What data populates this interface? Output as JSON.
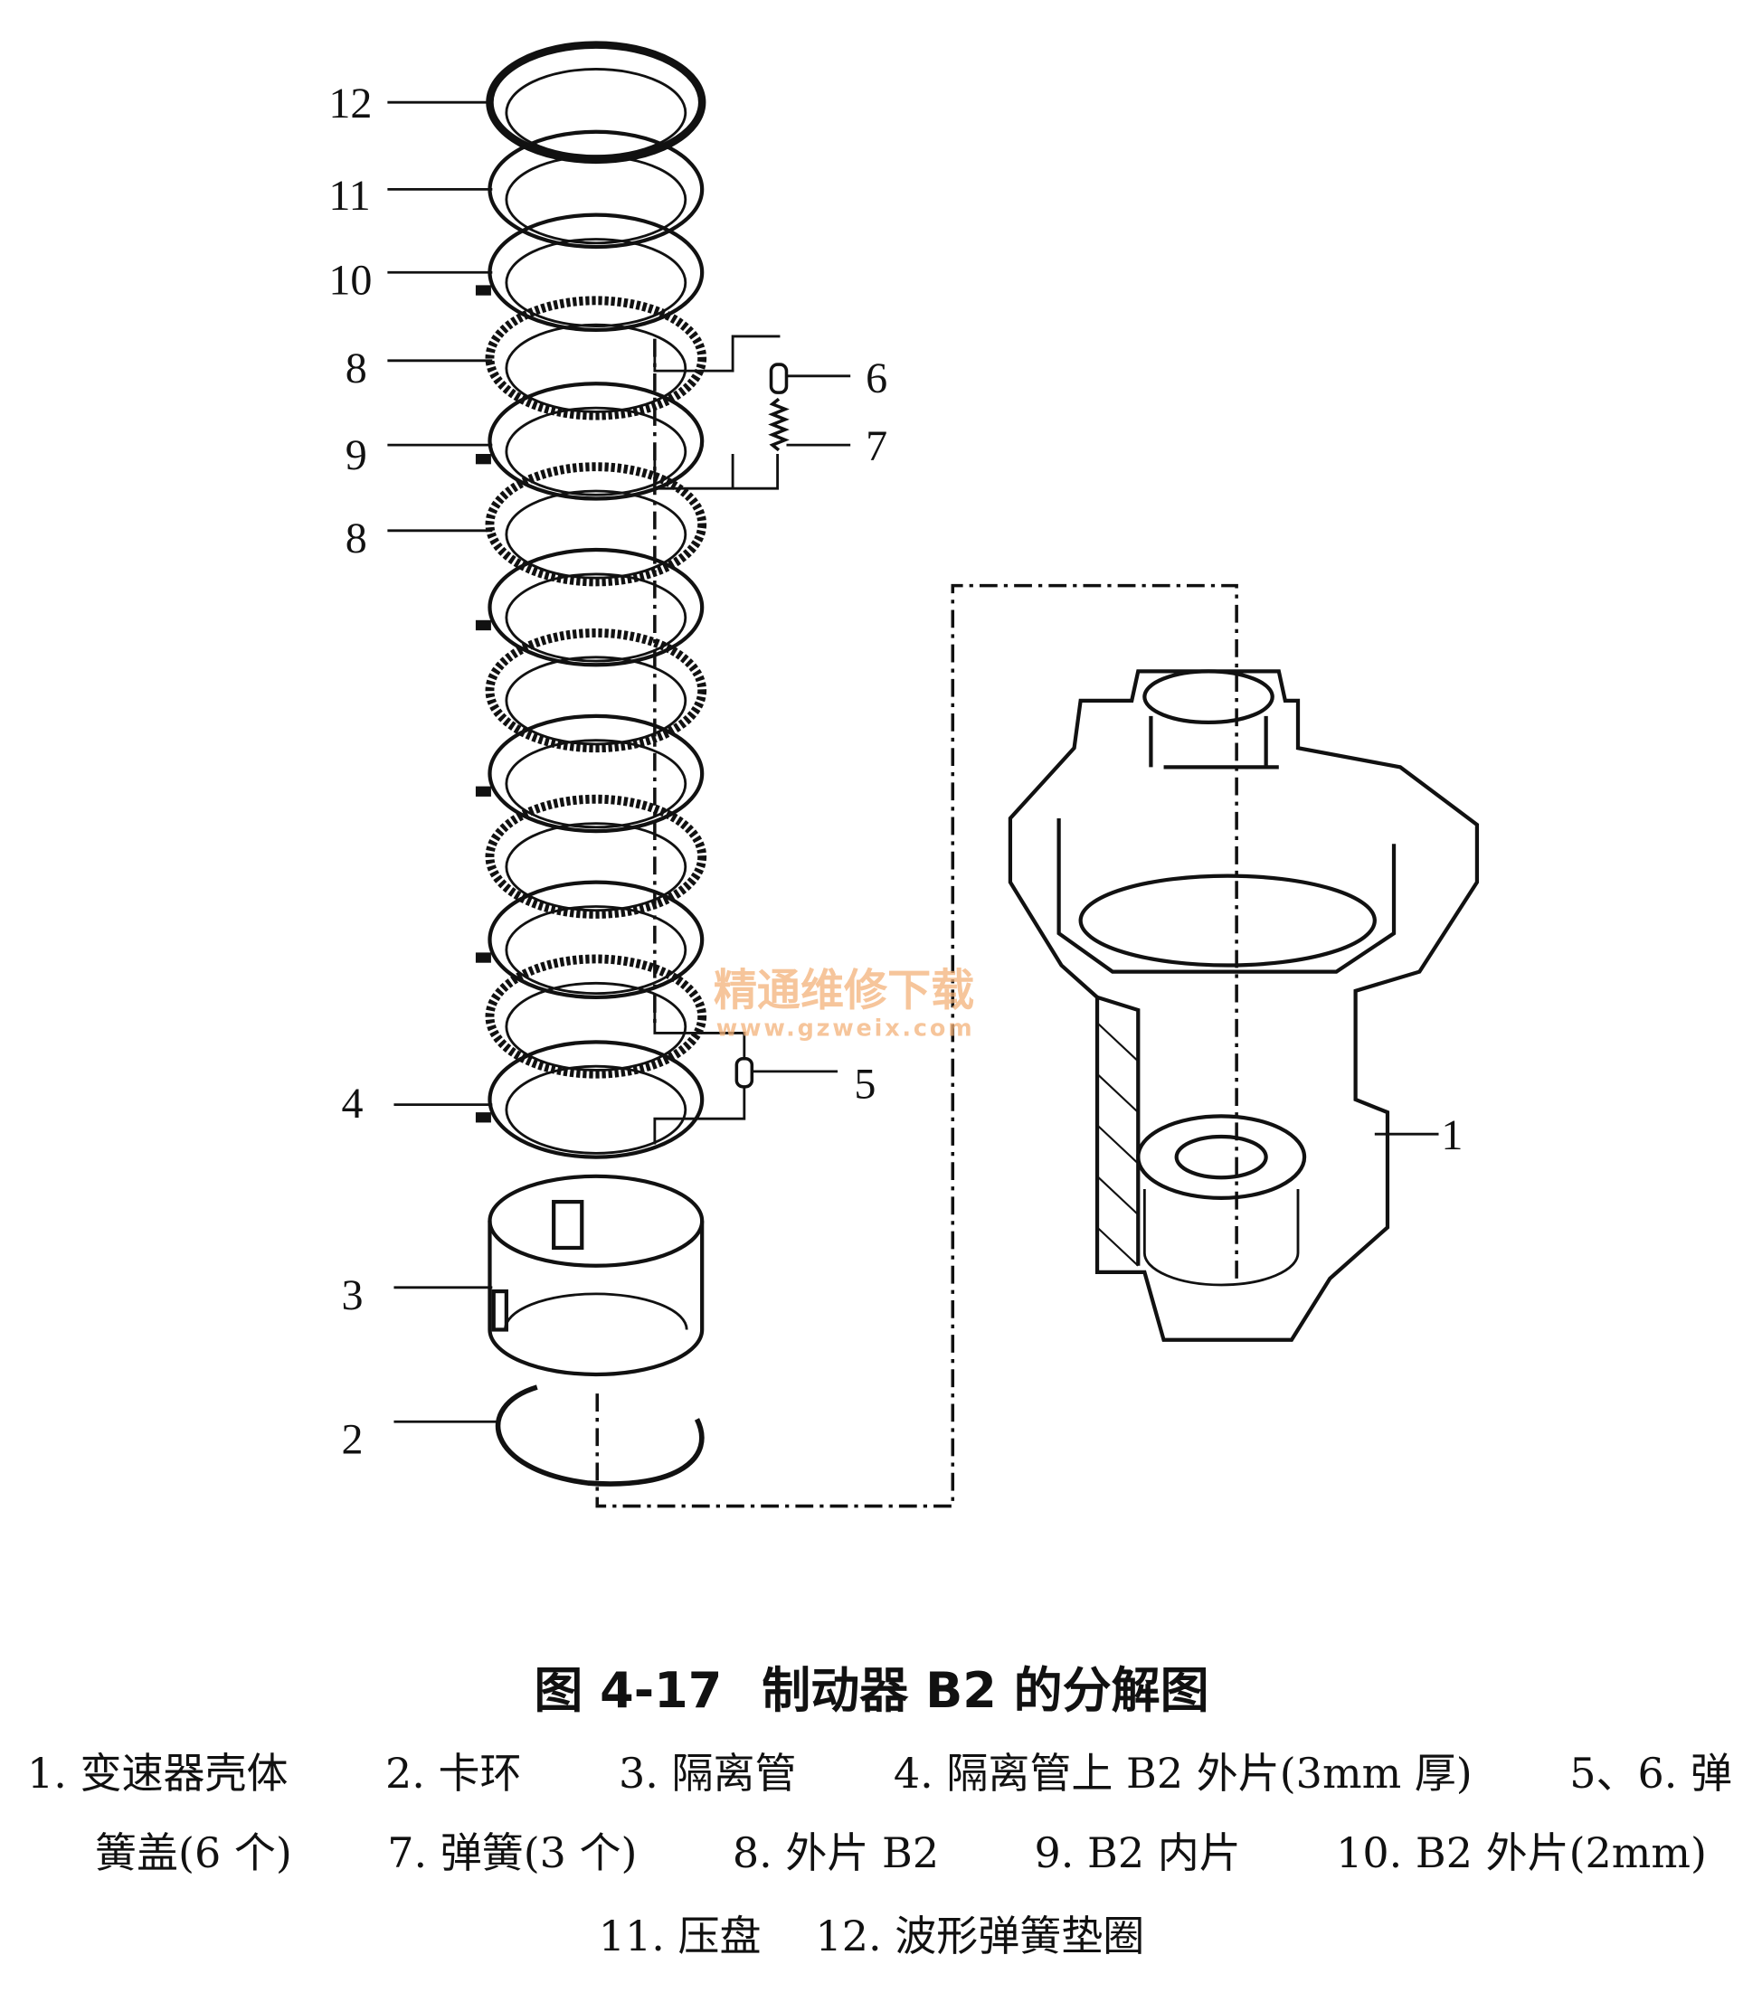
{
  "figure": {
    "part_labels": {
      "l12": "12",
      "l11": "11",
      "l10": "10",
      "l8a": "8",
      "l9": "9",
      "l8b": "8",
      "l4": "4",
      "l3": "3",
      "l2": "2",
      "l6": "6",
      "l7": "7",
      "l5": "5",
      "l1": "1"
    },
    "watermark": {
      "cn": "精通维修下载",
      "url": "www.gzweix.com"
    }
  },
  "caption": {
    "fig_no": "图 4-17",
    "title": "制动器 B2 的分解图",
    "legend": [
      "1. 变速器壳体",
      "2. 卡环",
      "3. 隔离管",
      "4. 隔离管上 B2 外片(3mm 厚)",
      "5、6. 弹",
      "簧盖(6 个)",
      "7. 弹簧(3 个)",
      "8. 外片 B2",
      "9. B2 内片",
      "10. B2 外片(2mm)",
      "11. 压盘",
      "12. 波形弹簧垫圈"
    ]
  }
}
